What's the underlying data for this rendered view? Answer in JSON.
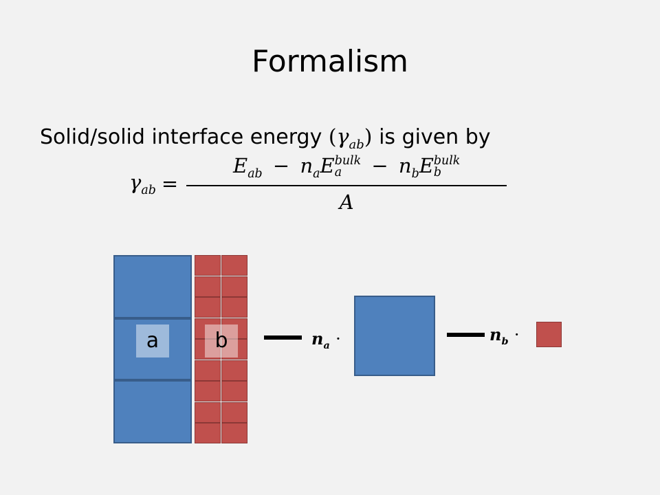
{
  "slide": {
    "title": "Formalism",
    "intro": {
      "prefix": "Solid/solid interface energy",
      "open": "(",
      "symbol": "γ",
      "symbol_sub": "ab",
      "close": ")",
      "suffix": "is given by"
    },
    "formula": {
      "lhs": "γ",
      "lhs_sub": "ab",
      "equals": "=",
      "t1": "E",
      "t1_sub": "ab",
      "minus": "−",
      "na": "n",
      "na_sub": "a",
      "ea": "E",
      "ea_sub": "a",
      "ea_sup": "bulk",
      "nb": "n",
      "nb_sub": "b",
      "eb": "E",
      "eb_sub": "b",
      "eb_sup": "bulk",
      "denominator": "A"
    },
    "diagram": {
      "label_a": "a",
      "label_b": "b",
      "coef_a": "n",
      "coef_a_sub": "a",
      "coef_b": "n",
      "coef_b_sub": "b",
      "dot": "·",
      "colors": {
        "blue": "#4f81bd",
        "red": "#c0504d"
      }
    }
  }
}
